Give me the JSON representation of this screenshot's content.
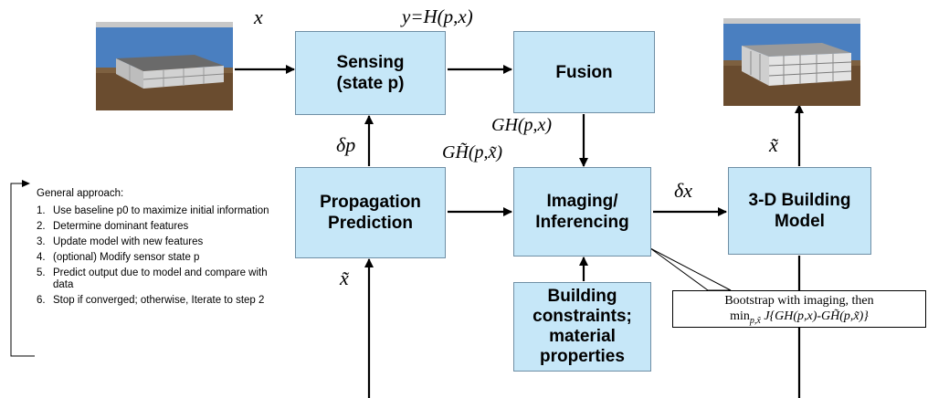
{
  "nodes": {
    "sensing": "Sensing\n(state p)",
    "fusion": "Fusion",
    "propagation": "Propagation\nPrediction",
    "imaging": "Imaging/\nInferencing",
    "building_model": "3-D Building\nModel",
    "constraints": "Building\nconstraints;\nmaterial\nproperties"
  },
  "edge_labels": {
    "x_input": "x",
    "sensing_output": "y=H(p,x)",
    "fusion_to_imaging": "GH(p,x)",
    "prediction_to_imaging": "GH̃(p,x̃)",
    "delta_p": "δp",
    "delta_x": "δx",
    "x_tilde_model": "x̃",
    "x_tilde_bottom": "x̃"
  },
  "callout": {
    "line1": "Bootstrap with imaging, then",
    "line2": "min",
    "line2_sub": "p,x̃",
    "line2_rest": " J{GH(p,x)-GH̃(p,x̃)}"
  },
  "approach": {
    "heading": "General approach:",
    "steps": [
      {
        "num": "1.",
        "text": "Use baseline p0 to maximize initial information"
      },
      {
        "num": "2.",
        "text": "Determine dominant features"
      },
      {
        "num": "3.",
        "text": "Update model with new features"
      },
      {
        "num": "4.",
        "text": "(optional) Modify sensor state p"
      },
      {
        "num": "5.",
        "text": "Predict output due to model and compare with data"
      },
      {
        "num": "6.",
        "text": "Stop if converged; otherwise, Iterate to step 2"
      }
    ]
  },
  "colors": {
    "box_fill": "#c6e7f8",
    "box_border": "#6f8fa5",
    "arrow": "#000000",
    "sky": "#4a7fc0",
    "ground": "#6a4c2f"
  },
  "icons": [
    "building-render-baseline-image",
    "building-render-model-image"
  ]
}
